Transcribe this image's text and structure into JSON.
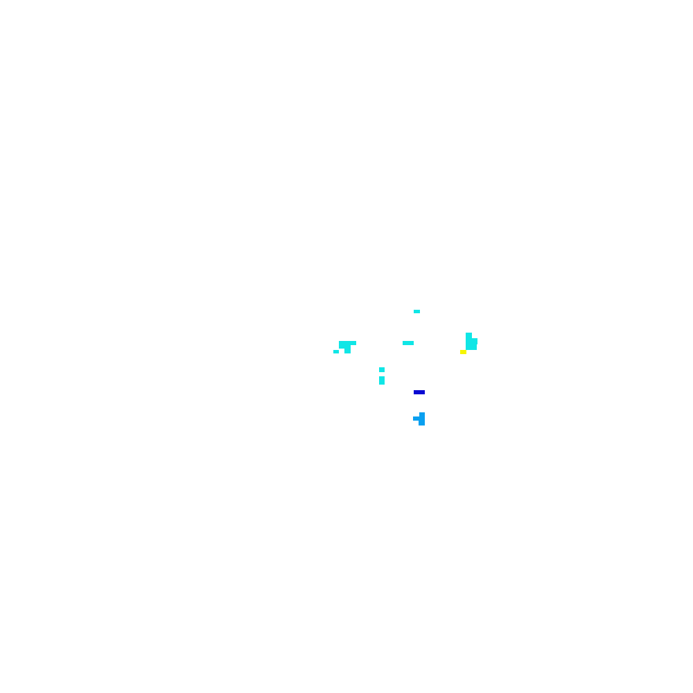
{
  "colors": {
    "background": "#ffffff",
    "cyan": "#10e6e6",
    "sky_blue": "#0aa0f0",
    "blue": "#0a0ad2",
    "yellow": "#f6f600"
  },
  "marks": [
    {
      "id": "cluster-top",
      "color": "cyan"
    },
    {
      "id": "cluster-left",
      "color": "cyan"
    },
    {
      "id": "cluster-center",
      "color": "cyan"
    },
    {
      "id": "cluster-right",
      "color": "cyan"
    },
    {
      "id": "dot-yellow",
      "color": "yellow"
    },
    {
      "id": "cluster-mid",
      "color": "cyan"
    },
    {
      "id": "bar-blue",
      "color": "blue"
    },
    {
      "id": "cluster-bottom",
      "color": "sky_blue"
    }
  ]
}
